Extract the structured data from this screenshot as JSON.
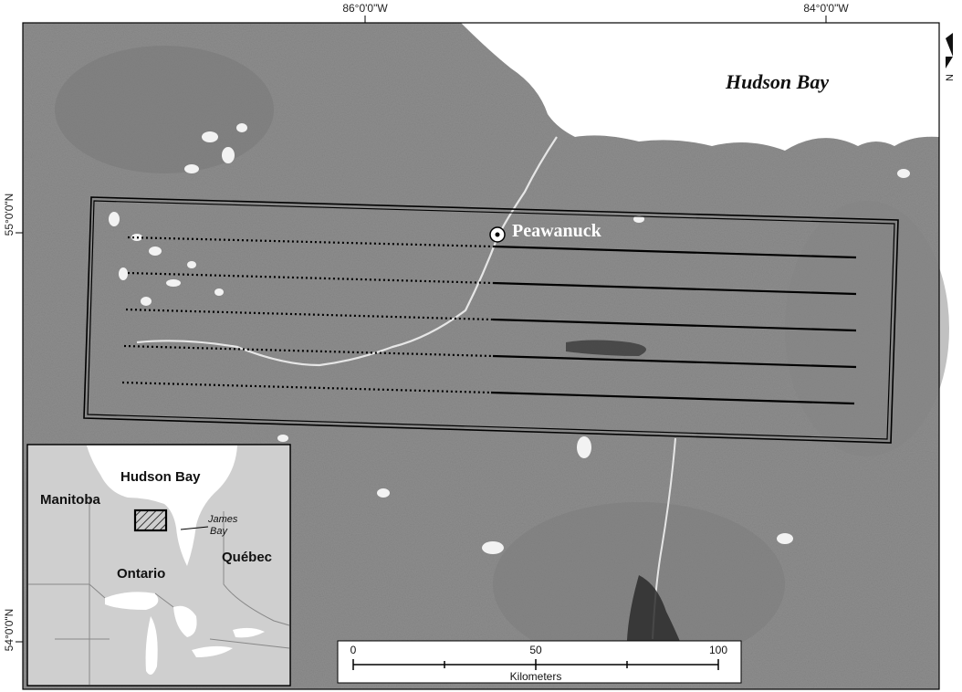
{
  "map": {
    "coords": {
      "lon_left": "86°0'0\"W",
      "lon_right": "84°0'0\"W",
      "lat_upper": "55°0'0\"N",
      "lat_lower": "54°0'0\"N"
    },
    "water_label": "Hudson Bay",
    "town_label": "Peawanuck",
    "north_arrow": "N"
  },
  "inset": {
    "hudson_bay": "Hudson Bay",
    "manitoba": "Manitoba",
    "james_bay": "James\nBay",
    "ontario": "Ontario",
    "quebec": "Québec"
  },
  "scale_bar": {
    "ticks": [
      "0",
      "50",
      "100"
    ],
    "unit": "Kilometers"
  },
  "colors": {
    "land": "#8c8c8c",
    "water": "#ffffff",
    "inset_land": "#cfcfcf"
  }
}
